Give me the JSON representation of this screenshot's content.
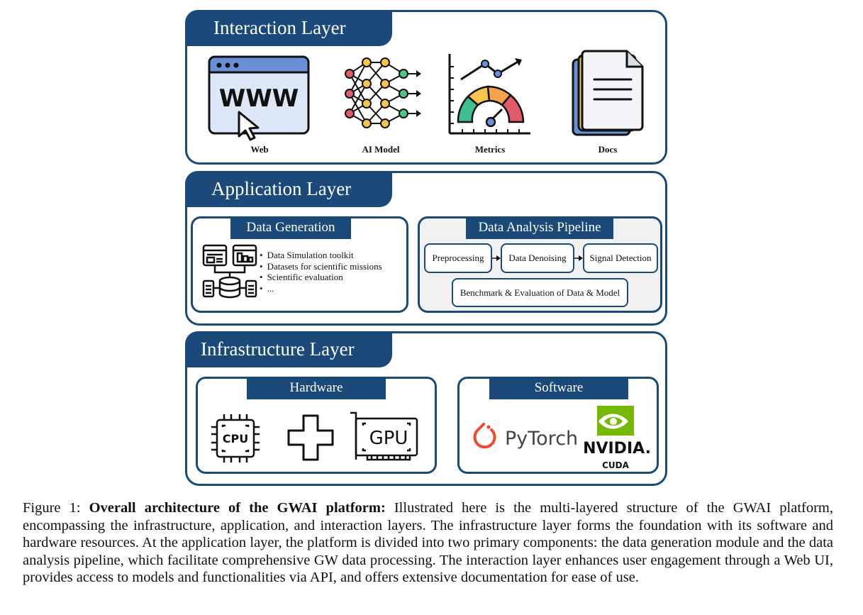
{
  "interaction": {
    "title": "Interaction Layer",
    "icons": [
      {
        "label": "Web",
        "icon": "web-browser-icon"
      },
      {
        "label": "AI Model",
        "icon": "neural-network-icon"
      },
      {
        "label": "Metrics",
        "icon": "metrics-gauge-icon"
      },
      {
        "label": "Docs",
        "icon": "documents-icon"
      }
    ],
    "web_text": "WWW"
  },
  "application": {
    "title": "Application Layer",
    "data_generation": {
      "title": "Data Generation",
      "bullets": [
        "Data Simulation toolkit",
        "Datasets for scientific missions",
        "Scientific evaluation",
        "..."
      ]
    },
    "pipeline": {
      "title": "Data Analysis Pipeline",
      "steps": [
        "Preprocessing",
        "Data Denoising",
        "Signal Detection"
      ],
      "benchmark": "Benchmark & Evaluation of Data & Model"
    }
  },
  "infrastructure": {
    "title": "Infrastructure Layer",
    "hardware": {
      "title": "Hardware",
      "cpu": "CPU",
      "gpu": "GPU"
    },
    "software": {
      "title": "Software",
      "pytorch": "PyTorch",
      "nvidia": "NVIDIA.",
      "cuda": "CUDA"
    }
  },
  "caption": {
    "prefix": "Figure 1: ",
    "bold": "Overall architecture of the GWAI platform:",
    "text": " Illustrated here is the multi-layered structure of the GWAI platform, encompassing the infrastructure, application, and interaction layers.  The infrastructure layer forms the foundation with its software and hardware resources.  At the application layer, the platform is divided into two primary components: the data generation module and the data analysis pipeline, which facilitate comprehensive GW data processing. The interaction layer enhances user engagement through a Web UI, provides access to models and functionalities via API, and offers extensive documentation for ease of use."
  },
  "colors": {
    "primary": "#1b4a7a",
    "pytorch": "#ee4c2c",
    "nvidia": "#76b900"
  }
}
